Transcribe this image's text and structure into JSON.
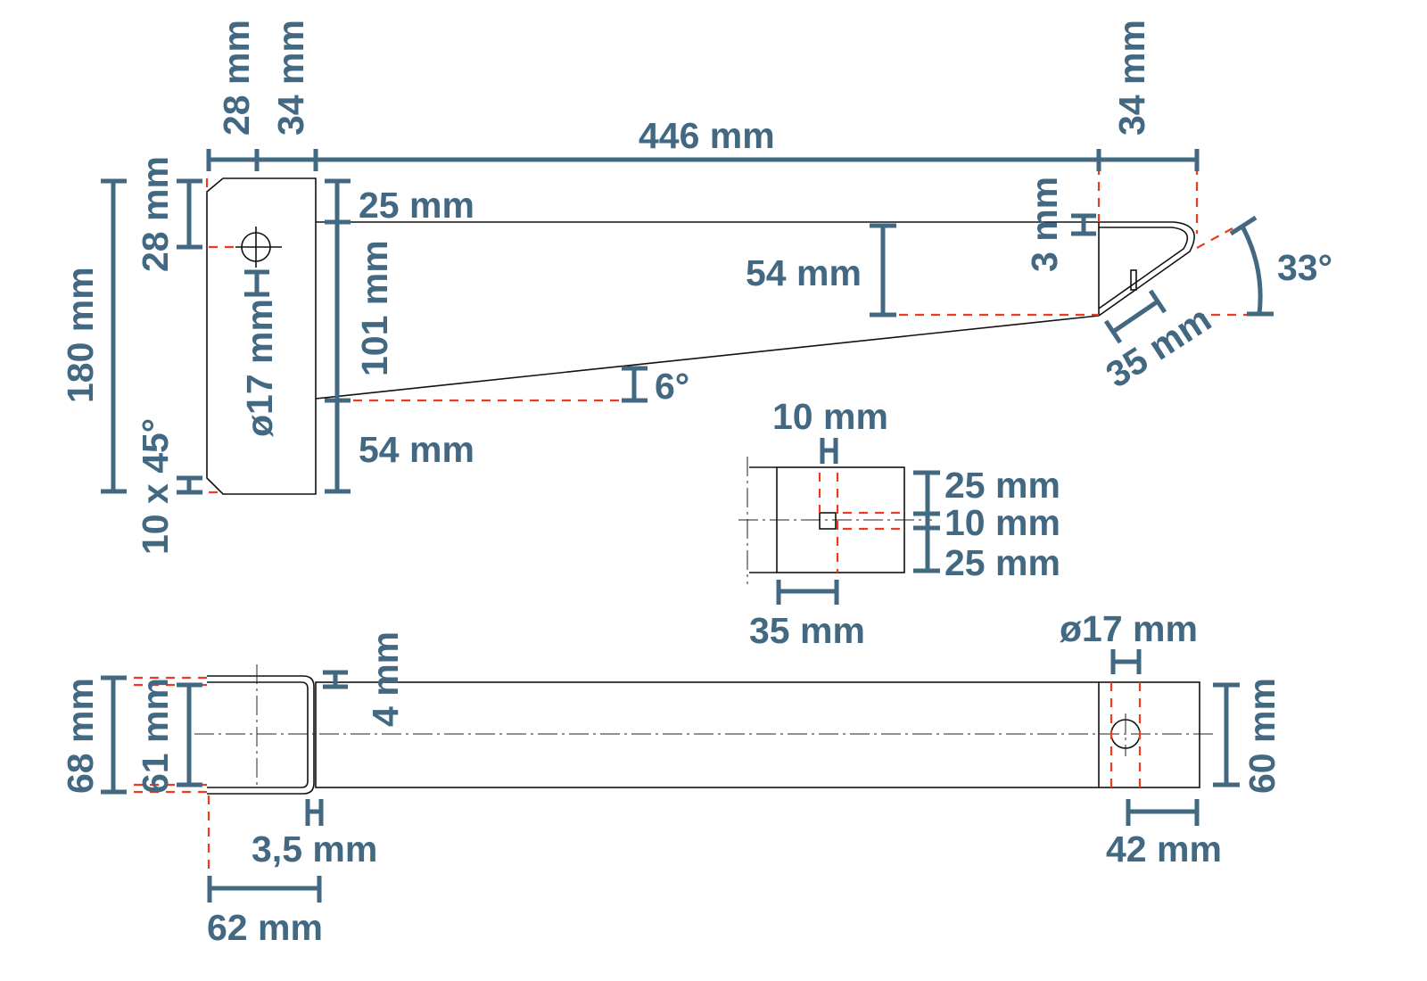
{
  "colors": {
    "dimension": "#426882",
    "hidden": "#f03a20",
    "outline": "#111111"
  },
  "labels": {
    "top_28": "28 mm",
    "top_34_left": "34 mm",
    "top_446": "446 mm",
    "top_34_right": "34 mm",
    "left_180": "180 mm",
    "left_28": "28 mm",
    "chamfer": "10 x 45°",
    "hole_dia": "ø17 mm",
    "arm_25": "25 mm",
    "arm_101": "101 mm",
    "arm_54_low": "54 mm",
    "angle_6": "6°",
    "arm_54_mid": "54 mm",
    "thick_3": "3 mm",
    "angle_33": "33°",
    "hook_35": "35 mm",
    "slot_10_top": "10 mm",
    "slot_25_a": "25 mm",
    "slot_10": "10 mm",
    "slot_25_b": "25 mm",
    "slot_35": "35 mm",
    "bottom_hole": "ø17 mm",
    "bottom_60": "60 mm",
    "bottom_42": "42 mm",
    "bottom_68": "68 mm",
    "bottom_61": "61 mm",
    "bottom_4": "4 mm",
    "bottom_3_5": "3,5 mm",
    "bottom_62": "62 mm"
  }
}
